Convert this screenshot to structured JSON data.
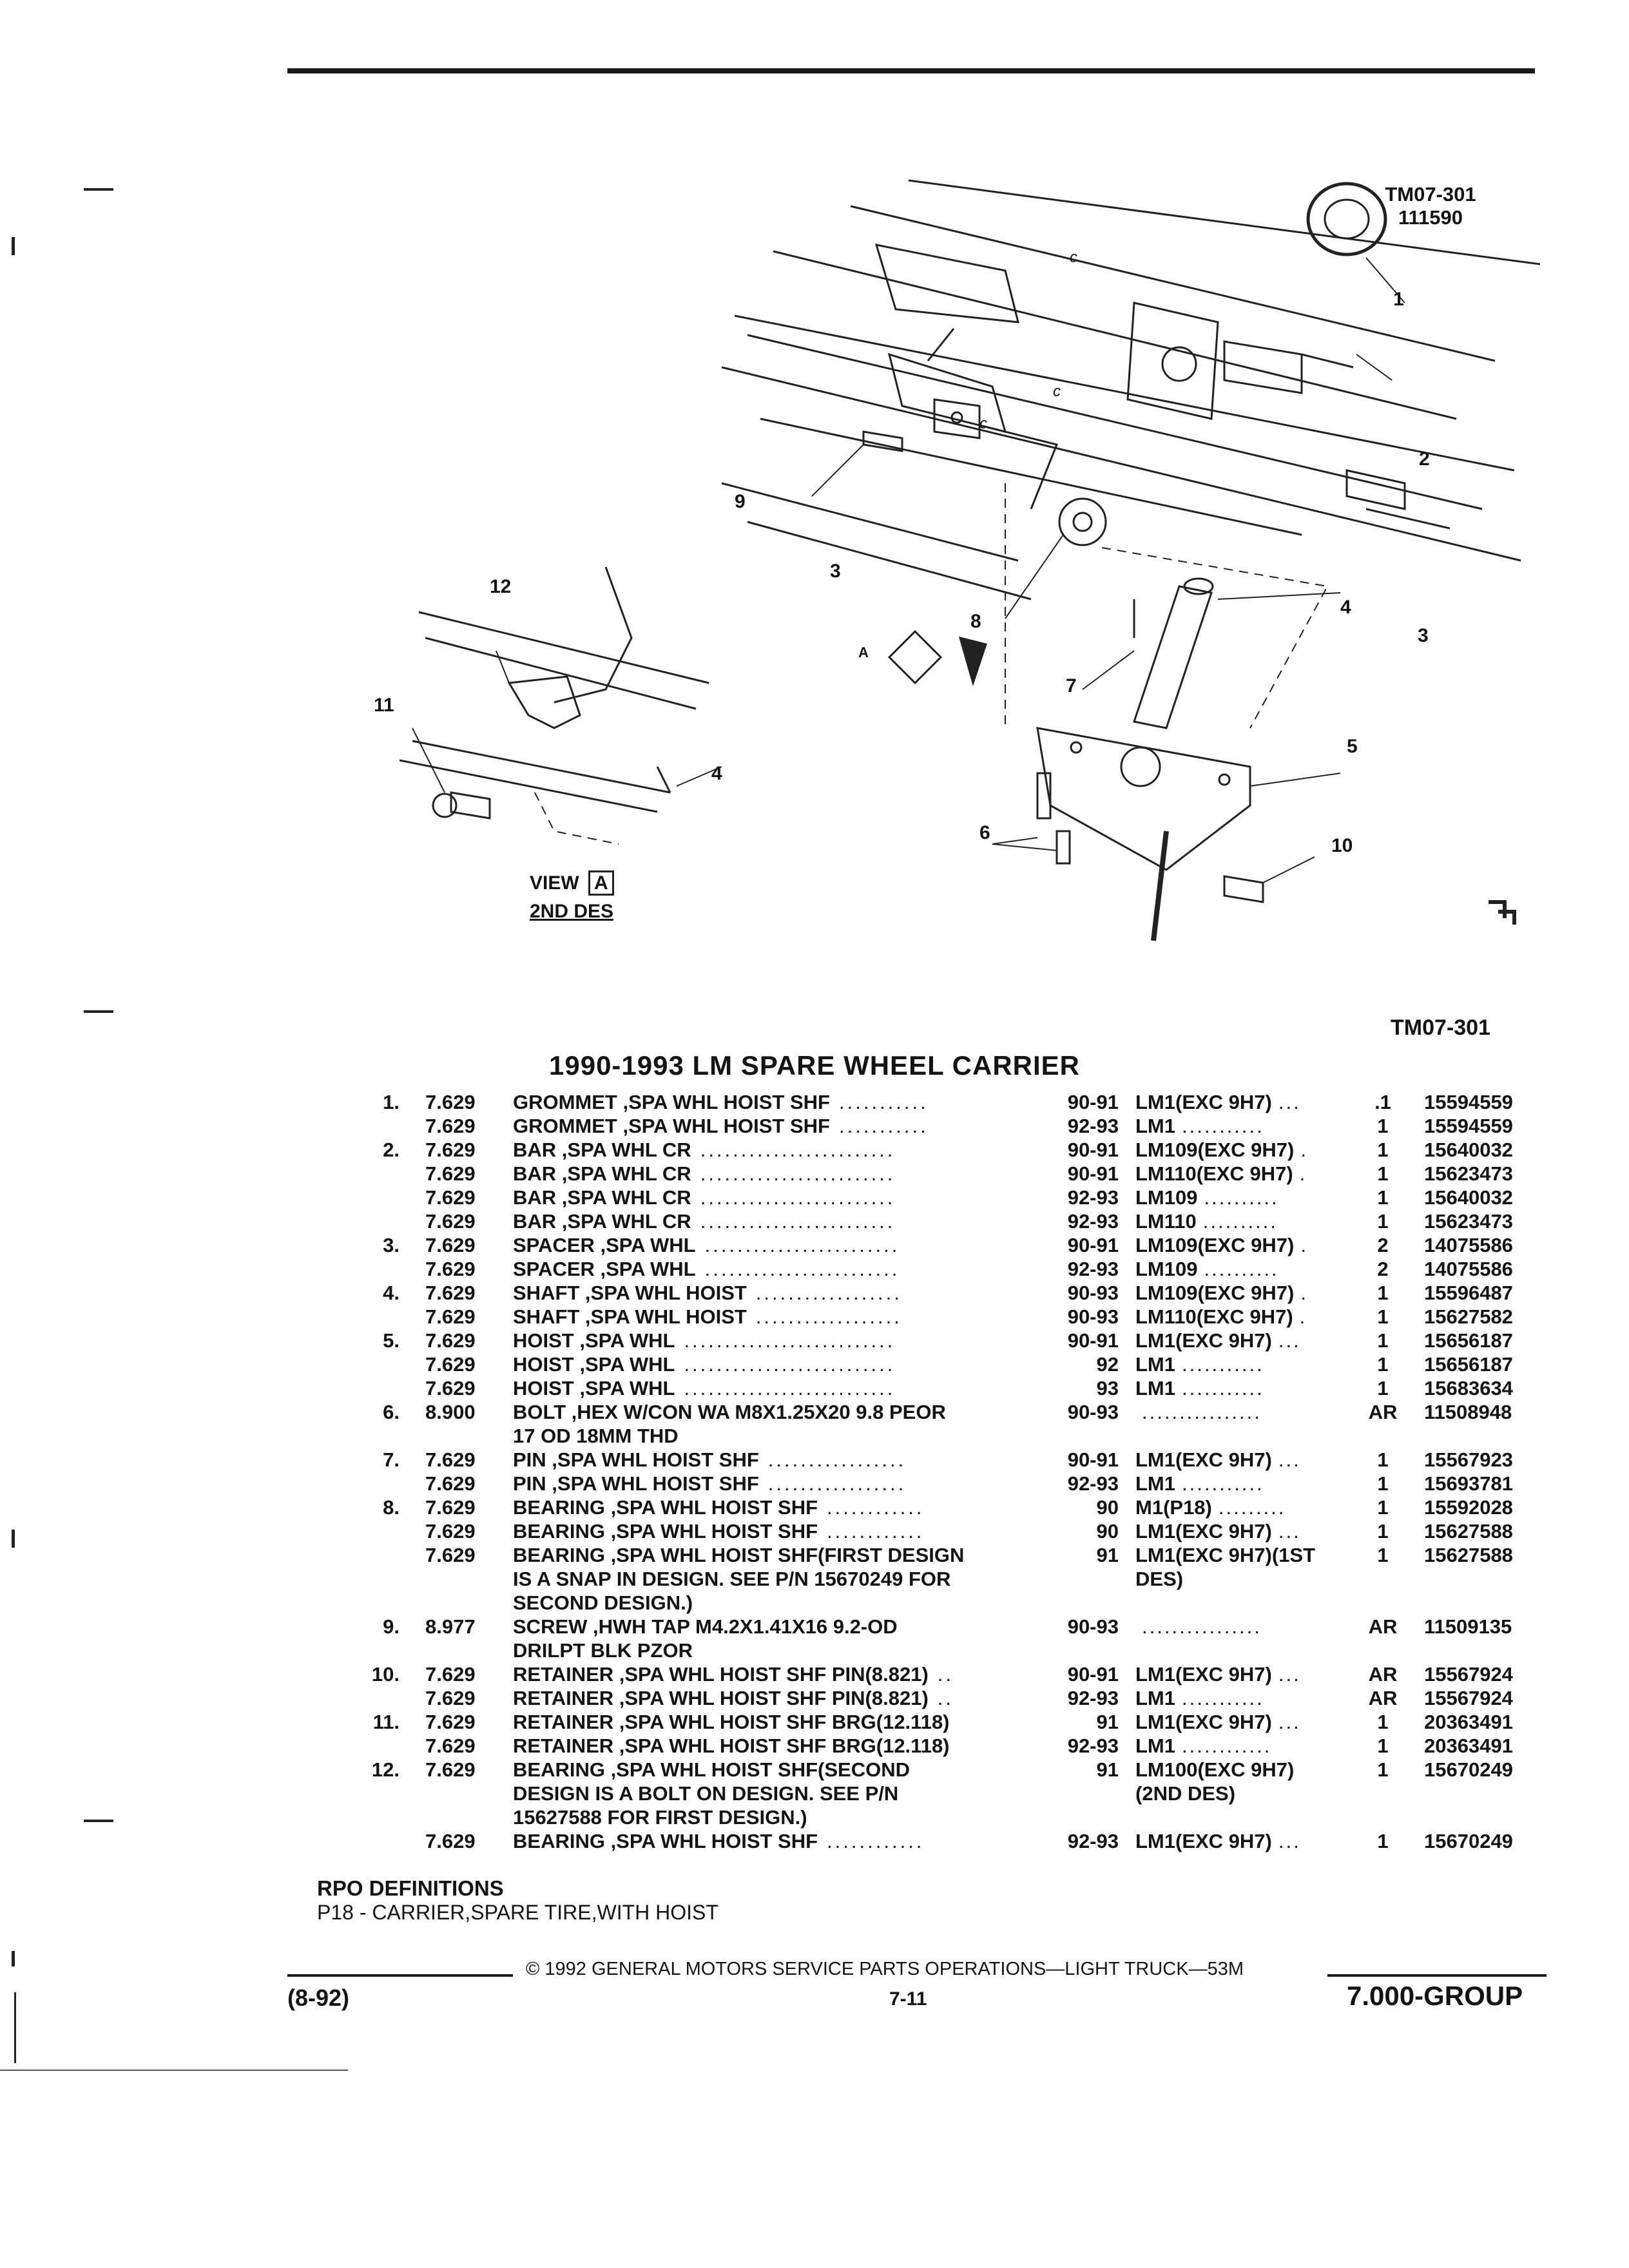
{
  "header": {
    "figure_code": "TM07-301",
    "figure_number": "111590",
    "figure_code_bottom": "TM07-301"
  },
  "illustration": {
    "callouts": [
      "1",
      "2",
      "3",
      "3",
      "4",
      "4",
      "5",
      "6",
      "7",
      "8",
      "9",
      "10",
      "11",
      "12"
    ],
    "view_label": "VIEW",
    "view_letter": "A",
    "view_letter_arrow": "A",
    "view_sub": "2ND DES",
    "small_labels": [
      "c",
      "c",
      "c"
    ],
    "logo": "GM symbol"
  },
  "title": "1990-1993 LM SPARE WHEEL CARRIER",
  "parts": [
    {
      "no": "1.",
      "grp": "7.629",
      "desc": "GROMMET ,SPA WHL HOIST SHF",
      "dots": "...........",
      "yr": "90-91",
      "mdl": "LM1(EXC 9H7)",
      "mdots": "...",
      "qty": ".1",
      "pn": "15594559"
    },
    {
      "no": "",
      "grp": "7.629",
      "desc": "GROMMET ,SPA WHL HOIST SHF",
      "dots": "...........",
      "yr": "92-93",
      "mdl": "LM1",
      "mdots": "...........",
      "qty": "1",
      "pn": "15594559"
    },
    {
      "no": "2.",
      "grp": "7.629",
      "desc": "BAR ,SPA WHL CR",
      "dots": "........................",
      "yr": "90-91",
      "mdl": "LM109(EXC 9H7)",
      "mdots": ".",
      "qty": "1",
      "pn": "15640032"
    },
    {
      "no": "",
      "grp": "7.629",
      "desc": "BAR ,SPA WHL CR",
      "dots": "........................",
      "yr": "90-91",
      "mdl": "LM110(EXC 9H7)",
      "mdots": ".",
      "qty": "1",
      "pn": "15623473"
    },
    {
      "no": "",
      "grp": "7.629",
      "desc": "BAR ,SPA WHL CR",
      "dots": "........................",
      "yr": "92-93",
      "mdl": "LM109",
      "mdots": "..........",
      "qty": "1",
      "pn": "15640032"
    },
    {
      "no": "",
      "grp": "7.629",
      "desc": "BAR ,SPA WHL CR",
      "dots": "........................",
      "yr": "92-93",
      "mdl": "LM110",
      "mdots": "..........",
      "qty": "1",
      "pn": "15623473"
    },
    {
      "no": "3.",
      "grp": "7.629",
      "desc": "SPACER ,SPA WHL",
      "dots": "........................",
      "yr": "90-91",
      "mdl": "LM109(EXC 9H7)",
      "mdots": ".",
      "qty": "2",
      "pn": "14075586"
    },
    {
      "no": "",
      "grp": "7.629",
      "desc": "SPACER ,SPA WHL",
      "dots": "........................",
      "yr": "92-93",
      "mdl": "LM109",
      "mdots": "..........",
      "qty": "2",
      "pn": "14075586"
    },
    {
      "no": "4.",
      "grp": "7.629",
      "desc": "SHAFT ,SPA WHL HOIST",
      "dots": "..................",
      "yr": "90-93",
      "mdl": "LM109(EXC 9H7)",
      "mdots": ".",
      "qty": "1",
      "pn": "15596487"
    },
    {
      "no": "",
      "grp": "7.629",
      "desc": "SHAFT ,SPA WHL HOIST",
      "dots": "..................",
      "yr": "90-93",
      "mdl": "LM110(EXC 9H7)",
      "mdots": ".",
      "qty": "1",
      "pn": "15627582"
    },
    {
      "no": "5.",
      "grp": "7.629",
      "desc": "HOIST ,SPA WHL",
      "dots": "..........................",
      "yr": "90-91",
      "mdl": "LM1(EXC 9H7)",
      "mdots": "...",
      "qty": "1",
      "pn": "15656187"
    },
    {
      "no": "",
      "grp": "7.629",
      "desc": "HOIST ,SPA WHL",
      "dots": "..........................",
      "yr": "92",
      "mdl": "LM1",
      "mdots": "...........",
      "qty": "1",
      "pn": "15656187"
    },
    {
      "no": "",
      "grp": "7.629",
      "desc": "HOIST ,SPA WHL",
      "dots": "..........................",
      "yr": "93",
      "mdl": "LM1",
      "mdots": "...........",
      "qty": "1",
      "pn": "15683634"
    },
    {
      "no": "6.",
      "grp": "8.900",
      "desc": "BOLT ,HEX W/CON WA M8X1.25X20 9.8 PEOR",
      "dots": "",
      "yr": "90-93",
      "mdl": "",
      "mdots": "................",
      "qty": "AR",
      "pn": "11508948"
    },
    {
      "no": "",
      "grp": "",
      "desc": "17 OD 18MM THD",
      "dots": "",
      "yr": "",
      "mdl": "",
      "mdots": "",
      "qty": "",
      "pn": ""
    },
    {
      "no": "7.",
      "grp": "7.629",
      "desc": "PIN ,SPA WHL HOIST SHF",
      "dots": ".................",
      "yr": "90-91",
      "mdl": "LM1(EXC 9H7)",
      "mdots": "...",
      "qty": "1",
      "pn": "15567923"
    },
    {
      "no": "",
      "grp": "7.629",
      "desc": "PIN ,SPA WHL HOIST SHF",
      "dots": ".................",
      "yr": "92-93",
      "mdl": "LM1",
      "mdots": "...........",
      "qty": "1",
      "pn": "15693781"
    },
    {
      "no": "8.",
      "grp": "7.629",
      "desc": "BEARING ,SPA WHL HOIST SHF",
      "dots": "............",
      "yr": "90",
      "mdl": "M1(P18)",
      "mdots": ".........",
      "qty": "1",
      "pn": "15592028"
    },
    {
      "no": "",
      "grp": "7.629",
      "desc": "BEARING ,SPA WHL HOIST SHF",
      "dots": "............",
      "yr": "90",
      "mdl": "LM1(EXC 9H7)",
      "mdots": "...",
      "qty": "1",
      "pn": "15627588"
    },
    {
      "no": "",
      "grp": "7.629",
      "desc": "BEARING ,SPA WHL HOIST SHF(FIRST DESIGN",
      "dots": "",
      "yr": "91",
      "mdl": "LM1(EXC 9H7)(1ST",
      "mdots": "",
      "qty": "1",
      "pn": "15627588"
    },
    {
      "no": "",
      "grp": "",
      "desc": "IS A SNAP IN DESIGN. SEE P/N 15670249 FOR",
      "dots": "",
      "yr": "",
      "mdl": "DES)",
      "mdots": "",
      "qty": "",
      "pn": ""
    },
    {
      "no": "",
      "grp": "",
      "desc": "SECOND DESIGN.)",
      "dots": "",
      "yr": "",
      "mdl": "",
      "mdots": "",
      "qty": "",
      "pn": ""
    },
    {
      "no": "9.",
      "grp": "8.977",
      "desc": "SCREW ,HWH TAP M4.2X1.41X16 9.2-OD",
      "dots": "",
      "yr": "90-93",
      "mdl": "",
      "mdots": "................",
      "qty": "AR",
      "pn": "11509135"
    },
    {
      "no": "",
      "grp": "",
      "desc": "DRILPT BLK PZOR",
      "dots": "",
      "yr": "",
      "mdl": "",
      "mdots": "",
      "qty": "",
      "pn": ""
    },
    {
      "no": "10.",
      "grp": "7.629",
      "desc": "RETAINER ,SPA WHL HOIST SHF PIN(8.821)",
      "dots": "..",
      "yr": "90-91",
      "mdl": "LM1(EXC 9H7)",
      "mdots": "...",
      "qty": "AR",
      "pn": "15567924"
    },
    {
      "no": "",
      "grp": "7.629",
      "desc": "RETAINER ,SPA WHL HOIST SHF PIN(8.821)",
      "dots": "..",
      "yr": "92-93",
      "mdl": "LM1",
      "mdots": "...........",
      "qty": "AR",
      "pn": "15567924"
    },
    {
      "no": "11.",
      "grp": "7.629",
      "desc": "RETAINER ,SPA WHL HOIST SHF BRG(12.118)",
      "dots": "",
      "yr": "91",
      "mdl": "LM1(EXC 9H7)",
      "mdots": "...",
      "qty": "1",
      "pn": "20363491"
    },
    {
      "no": "",
      "grp": "7.629",
      "desc": "RETAINER ,SPA WHL HOIST SHF BRG(12.118)",
      "dots": "",
      "yr": "92-93",
      "mdl": "LM1",
      "mdots": "............",
      "qty": "1",
      "pn": "20363491"
    },
    {
      "no": "12.",
      "grp": "7.629",
      "desc": "BEARING ,SPA WHL HOIST SHF(SECOND",
      "dots": "",
      "yr": "91",
      "mdl": "LM100(EXC 9H7)",
      "mdots": "",
      "qty": "1",
      "pn": "15670249"
    },
    {
      "no": "",
      "grp": "",
      "desc": "DESIGN IS A BOLT ON DESIGN. SEE P/N",
      "dots": "",
      "yr": "",
      "mdl": "(2ND DES)",
      "mdots": "",
      "qty": "",
      "pn": ""
    },
    {
      "no": "",
      "grp": "",
      "desc": "15627588 FOR FIRST DESIGN.)",
      "dots": "",
      "yr": "",
      "mdl": "",
      "mdots": "",
      "qty": "",
      "pn": ""
    },
    {
      "no": "",
      "grp": "7.629",
      "desc": "BEARING ,SPA WHL HOIST SHF",
      "dots": "............",
      "yr": "92-93",
      "mdl": "LM1(EXC 9H7)",
      "mdots": "...",
      "qty": "1",
      "pn": "15670249"
    }
  ],
  "rpo": {
    "heading": "RPO DEFINITIONS",
    "definition": "P18 - CARRIER,SPARE TIRE,WITH HOIST"
  },
  "footer": {
    "copyright": "© 1992 GENERAL MOTORS SERVICE PARTS OPERATIONS—LIGHT TRUCK—53M",
    "date": "(8-92)",
    "page": "7-11",
    "group": "7.000-GROUP"
  }
}
